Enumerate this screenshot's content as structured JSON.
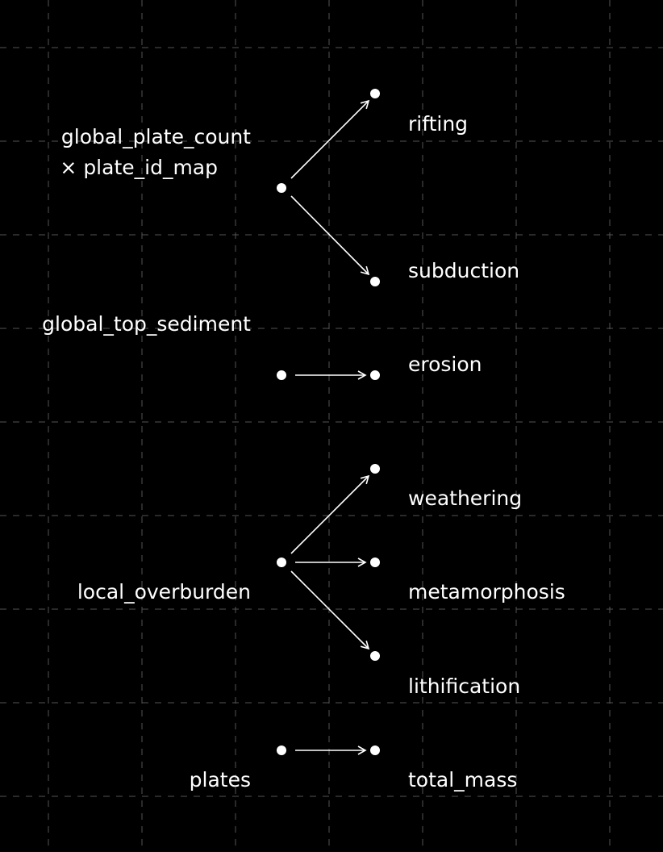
{
  "colors": {
    "background": "#000000",
    "grid": "#555555",
    "foreground": "#ffffff"
  },
  "sources": [
    {
      "id": "s1",
      "lines": [
        "global_plate_count",
        "× plate_id_map"
      ]
    },
    {
      "id": "s2",
      "lines": [
        "global_top_sediment"
      ]
    },
    {
      "id": "s3",
      "lines": [
        "local_overburden"
      ]
    },
    {
      "id": "s4",
      "lines": [
        "plates"
      ]
    }
  ],
  "targets": [
    {
      "id": "t1",
      "label": "rifting"
    },
    {
      "id": "t2",
      "label": "subduction"
    },
    {
      "id": "t3",
      "label": "erosion"
    },
    {
      "id": "t4",
      "label": "weathering"
    },
    {
      "id": "t5",
      "label": "metamorphosis"
    },
    {
      "id": "t6",
      "label": "lithification"
    },
    {
      "id": "t7",
      "label": "total_mass"
    }
  ],
  "edges": [
    {
      "from": "s1",
      "to": "t1"
    },
    {
      "from": "s1",
      "to": "t2"
    },
    {
      "from": "s2",
      "to": "t3"
    },
    {
      "from": "s3",
      "to": "t4"
    },
    {
      "from": "s3",
      "to": "t5"
    },
    {
      "from": "s3",
      "to": "t6"
    },
    {
      "from": "s4",
      "to": "t7"
    }
  ]
}
